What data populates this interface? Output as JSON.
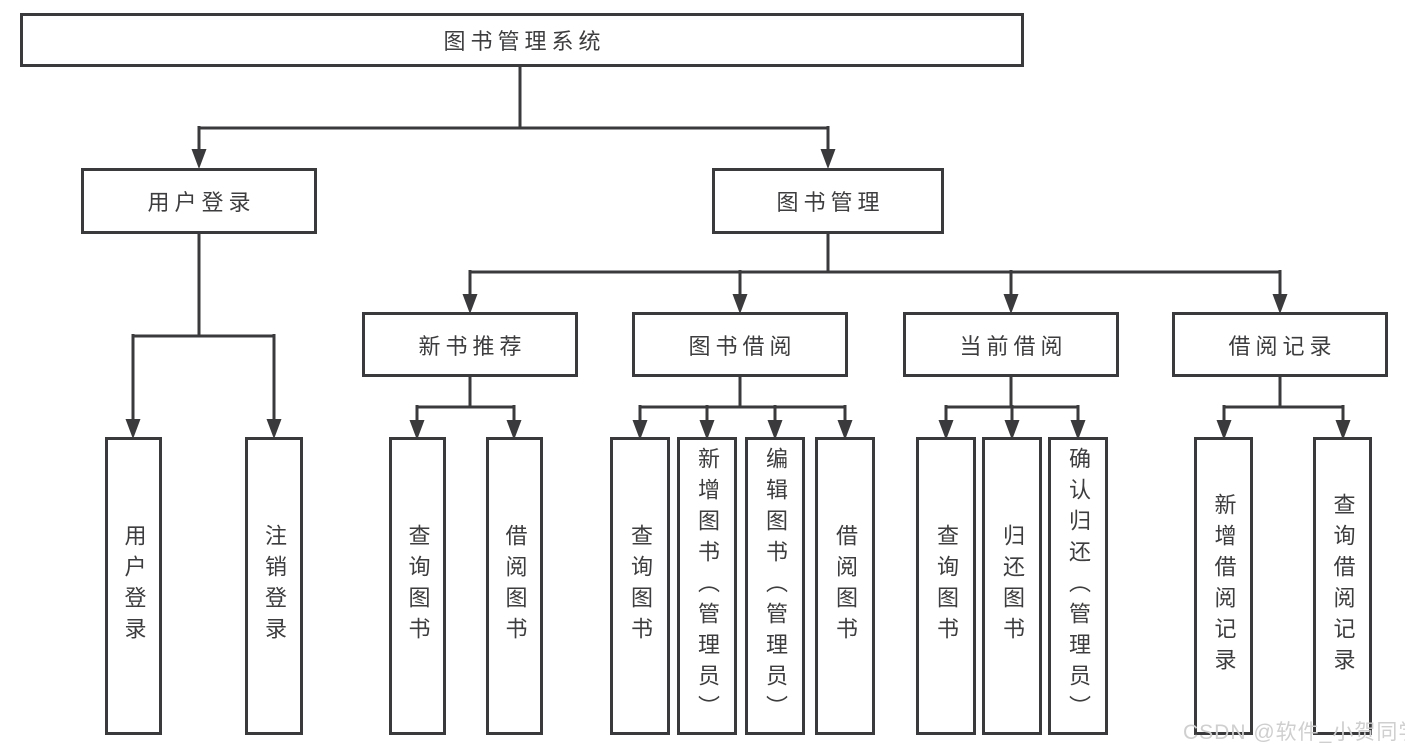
{
  "tree": {
    "root": "图书管理系统",
    "level2": [
      {
        "label": "用户登录",
        "children": [
          "用户登录",
          "注销登录"
        ]
      },
      {
        "label": "图书管理",
        "groups": [
          {
            "label": "新书推荐",
            "children": [
              "查询图书",
              "借阅图书"
            ]
          },
          {
            "label": "图书借阅",
            "children": [
              "查询图书",
              "新增图书（管理员）",
              "编辑图书（管理员）",
              "借阅图书"
            ]
          },
          {
            "label": "当前借阅",
            "children": [
              "查询图书",
              "归还图书",
              "确认归还（管理员）"
            ]
          },
          {
            "label": "借阅记录",
            "children": [
              "新增借阅记录",
              "查询借阅记录"
            ]
          }
        ]
      }
    ]
  },
  "watermark": {
    "text": "CSDN @软件_小贺同学"
  },
  "colors": {
    "line": "#3a3a3c",
    "text": "#3d3d3f",
    "background": "#ffffff",
    "watermark": "#cfcfcf"
  }
}
